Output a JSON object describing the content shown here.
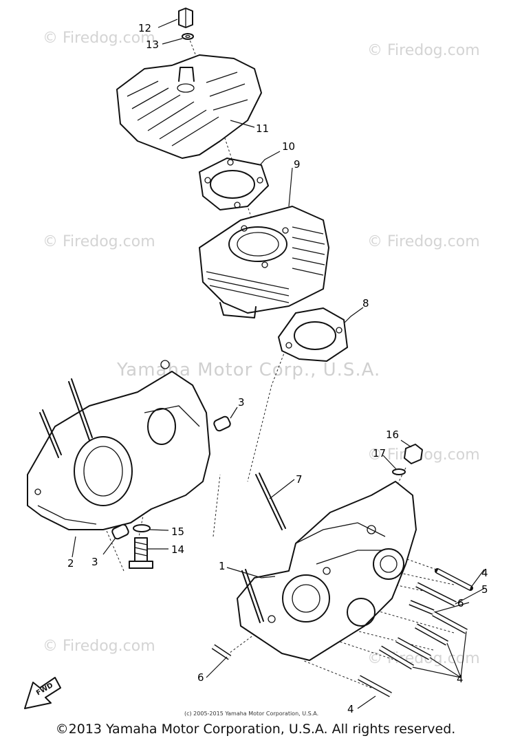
{
  "watermarks": {
    "site": "© Firedog.com",
    "site_small": "© Firedog.com",
    "company": "Yamaha Motor Corp., U.S.A."
  },
  "small_credit": "(c) 2005-2015 Yamaha Motor Corporation, U.S.A.",
  "copyright": "©2013 Yamaha Motor Corporation, U.S.A. All rights reserved.",
  "fwd_label": "FWD",
  "callouts": [
    "12",
    "13",
    "11",
    "10",
    "9",
    "8",
    "3",
    "2",
    "3",
    "15",
    "14",
    "7",
    "16",
    "17",
    "1",
    "4",
    "5",
    "6",
    "4",
    "6",
    "4"
  ]
}
